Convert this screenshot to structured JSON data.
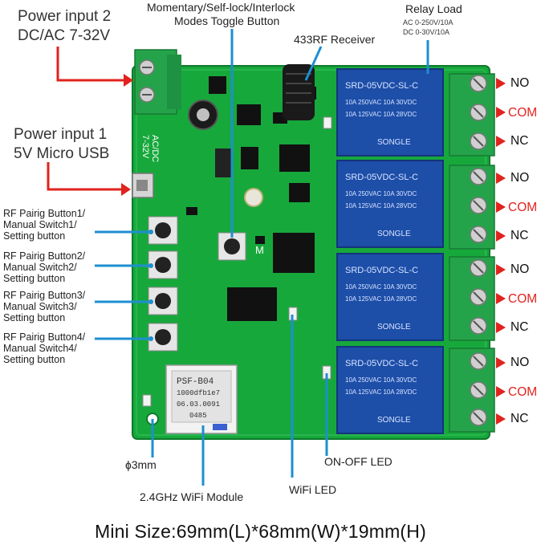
{
  "labels": {
    "power2_line1": "Power input 2",
    "power2_line2": "DC/AC 7-32V",
    "power1_line1": "Power input 1",
    "power1_line2": "5V Micro USB",
    "mode_line1": "Momentary/Self-lock/Interlock",
    "mode_line2": "Modes Toggle Button",
    "receiver": "433RF Receiver",
    "relay_title": "Relay Load",
    "relay_ac": "AC 0-250V/10A",
    "relay_dc": "DC 0-30V/10A",
    "rf_buttons": [
      {
        "l1": "RF Pairig Button1/",
        "l2": "Manual Switch1/",
        "l3": "Setting button"
      },
      {
        "l1": "RF Pairig Button2/",
        "l2": "Manual Switch2/",
        "l3": "Setting button"
      },
      {
        "l1": "RF Pairig Button3/",
        "l2": "Manual Switch3/",
        "l3": "Setting button"
      },
      {
        "l1": "RF Pairig Button4/",
        "l2": "Manual Switch4/",
        "l3": "Setting button"
      }
    ],
    "hole": "ɸ3mm",
    "wifi_module": "2.4GHz WiFi Module",
    "wifi_led": "WiFi LED",
    "onoff_led": "ON-OFF LED",
    "size": "Mini Size:69mm(L)*68mm(W)*19mm(H)"
  },
  "terminals": [
    {
      "no": "NO",
      "com": "COM",
      "nc": "NC"
    },
    {
      "no": "NO",
      "com": "COM",
      "nc": "NC"
    },
    {
      "no": "NO",
      "com": "COM",
      "nc": "NC"
    },
    {
      "no": "NO",
      "com": "COM",
      "nc": "NC"
    }
  ],
  "board_text": {
    "acdc": "AC/DC",
    "volt": "7-32V",
    "m_label": "M",
    "relay_model": "SRD-05VDC-SL-C",
    "relay_spec1": "10A 250VAC 10A 30VDC",
    "relay_spec2": "10A 125VAC 10A 28VDC",
    "relay_brand": "SONGLE",
    "module_text1": "PSF-B04",
    "module_text2": "1000dfb1e7",
    "module_text3": "06.03.0091",
    "module_text4": "0485"
  },
  "colors": {
    "pcb": "#17a83c",
    "relay": "#1d4ea8",
    "terminal": "#25a34a",
    "arrow": "#e0231e",
    "pointer": "#1d8fd1"
  }
}
